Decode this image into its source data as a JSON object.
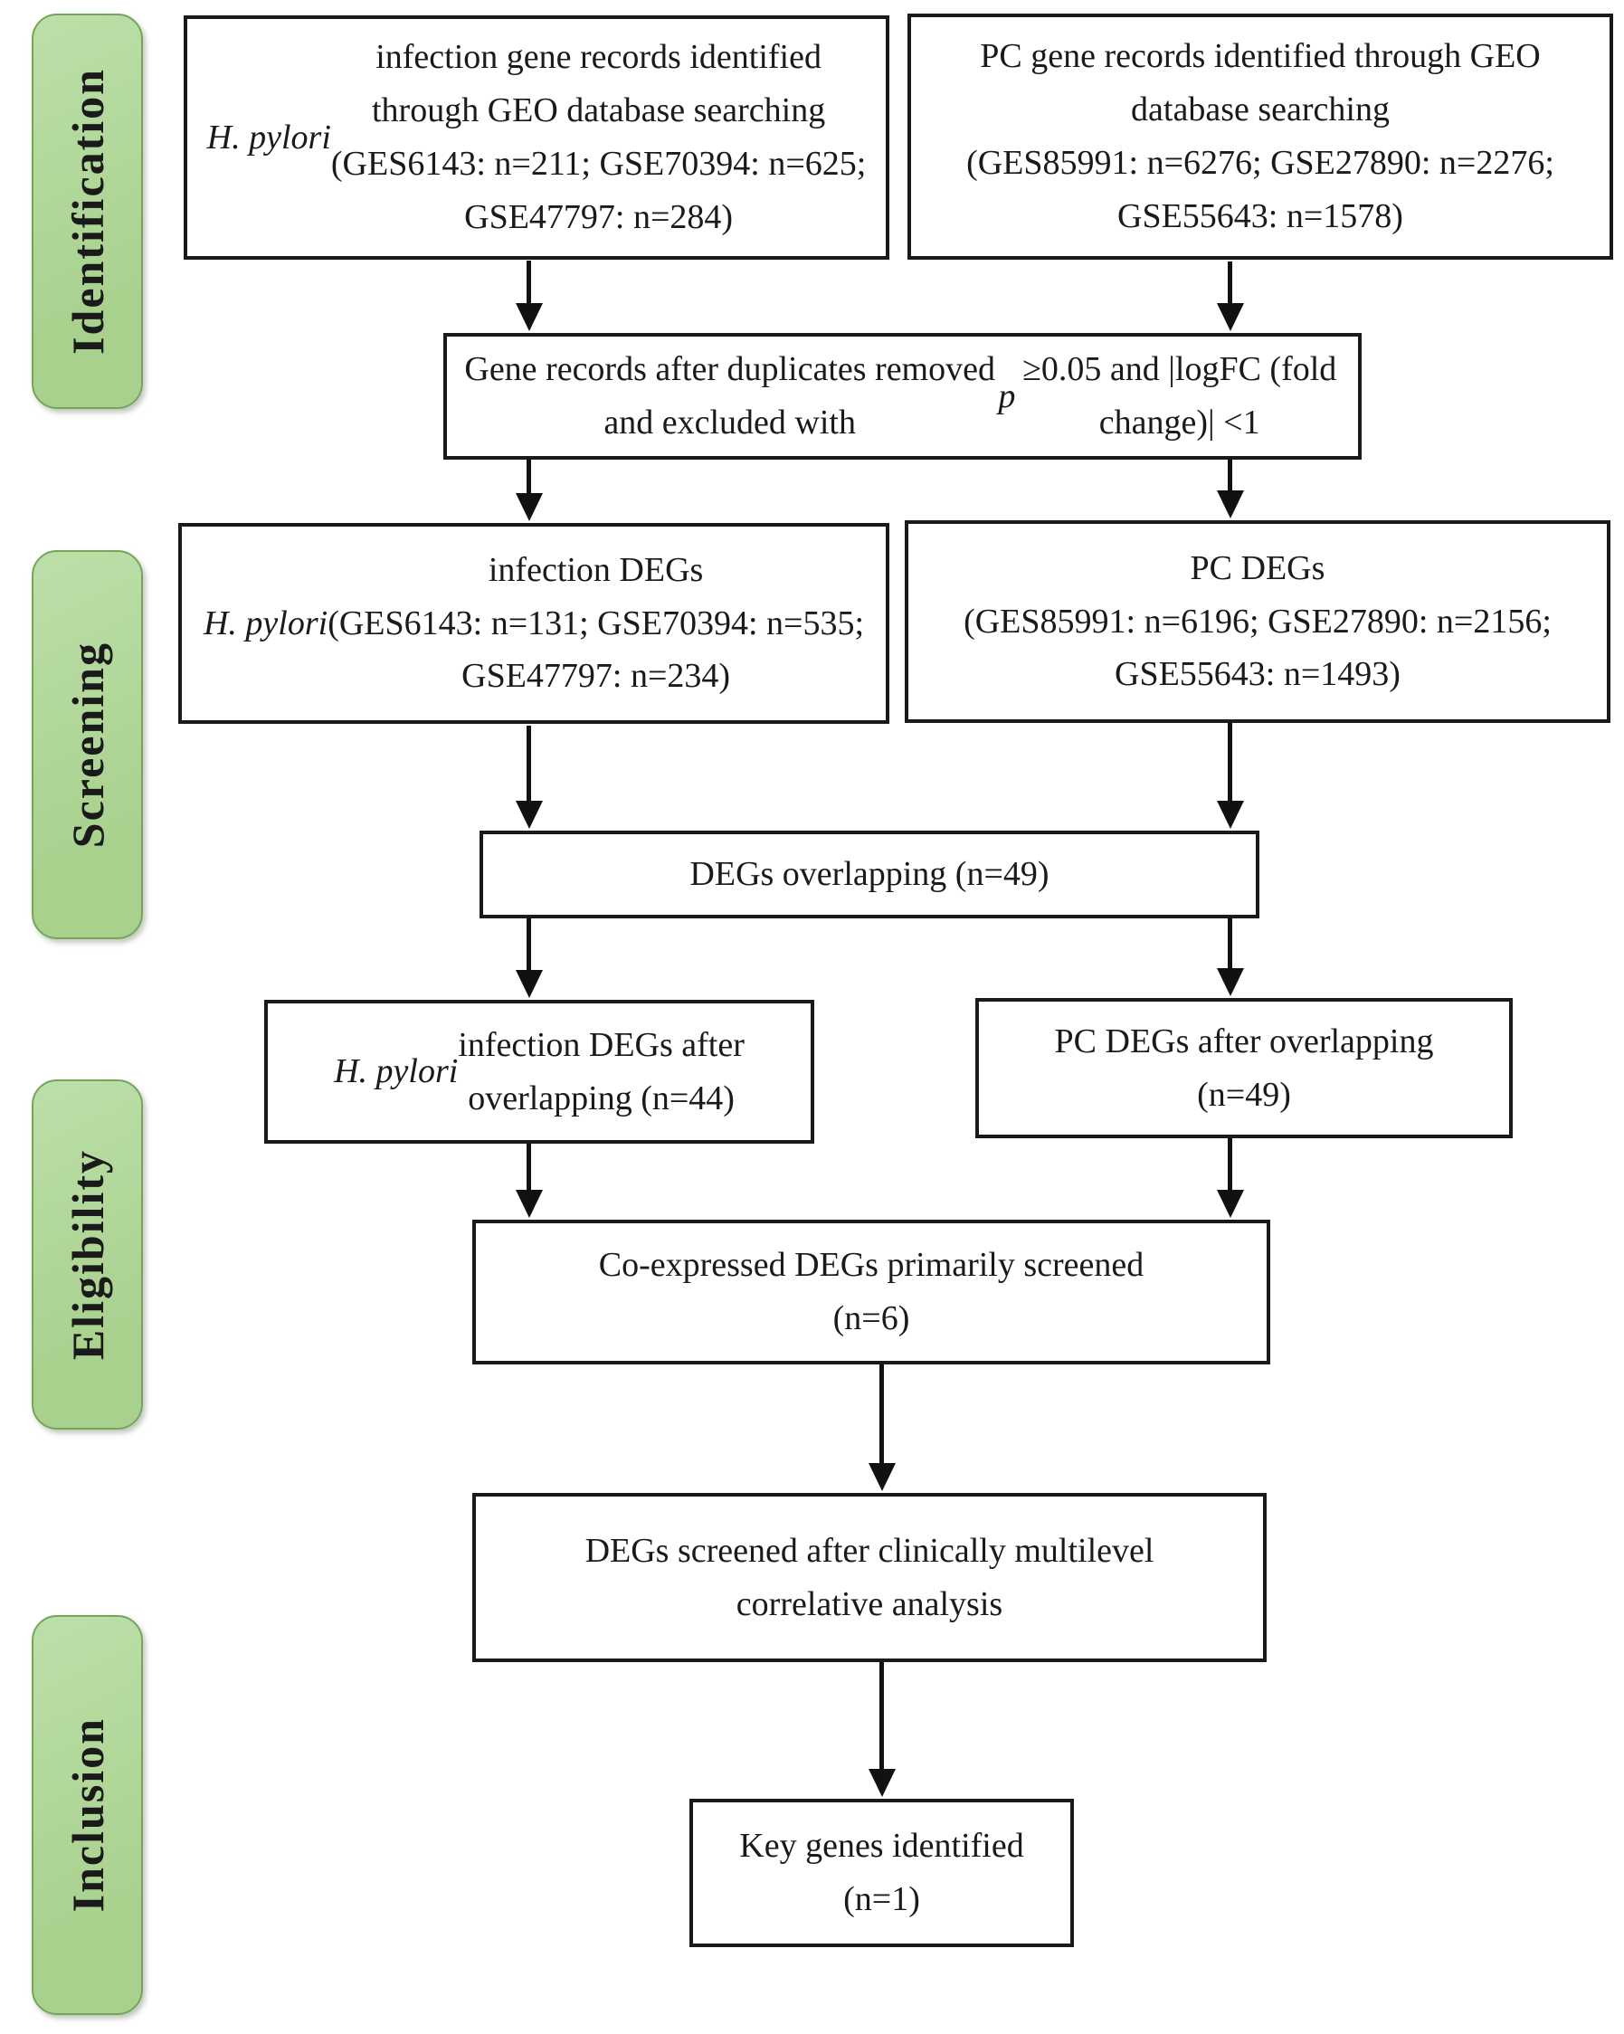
{
  "figure": {
    "title": "PRISMA-style flow diagram of GEO gene record screening",
    "colors": {
      "background": "#ffffff",
      "stage_fill": "#a9d18e",
      "stage_fill_light": "#bcdfa8",
      "stage_border": "#74a55b",
      "box_border": "#1a1a1a",
      "arrow": "#111111"
    },
    "stages": [
      {
        "label": "Identification"
      },
      {
        "label": "Screening"
      },
      {
        "label": "Eligibility"
      },
      {
        "label": "Inclusion"
      }
    ],
    "boxes": {
      "hp_records": {
        "lines": [
          "<i>H. pylori</i> infection gene records identified",
          "through GEO database searching",
          "(GES6143: n=211; GSE70394: n=625;",
          "GSE47797: n=284)"
        ]
      },
      "pc_records": {
        "lines": [
          "PC gene records identified through GEO",
          "database searching",
          "(GES85991: n=6276; GSE27890: n=2276;",
          "GSE55643: n=1578)"
        ]
      },
      "dedup": {
        "lines": [
          "Gene records after duplicates removed and excluded with",
          "<i>p</i>≥0.05 and |logFC (fold change)| &lt;1"
        ]
      },
      "hp_degs": {
        "lines": [
          "<i>H. pylori</i> infection DEGs",
          "(GES6143: n=131; GSE70394: n=535;",
          "GSE47797: n=234)"
        ]
      },
      "pc_degs": {
        "lines": [
          "PC DEGs",
          "(GES85991: n=6196; GSE27890: n=2156;",
          "GSE55643: n=1493)"
        ]
      },
      "overlap": {
        "lines": [
          "DEGs overlapping (n=49)"
        ]
      },
      "hp_overlap": {
        "lines": [
          "<i>H. pylori</i> infection DEGs after",
          "overlapping (n=44)"
        ]
      },
      "pc_overlap": {
        "lines": [
          "PC DEGs after overlapping",
          "(n=49)"
        ]
      },
      "coexpressed": {
        "lines": [
          "Co-expressed DEGs primarily screened",
          "(n=6)"
        ]
      },
      "clinical": {
        "lines": [
          "DEGs screened after clinically multilevel",
          "correlative analysis"
        ]
      },
      "key_genes": {
        "lines": [
          "Key genes identified",
          "(n=1)"
        ]
      }
    }
  }
}
